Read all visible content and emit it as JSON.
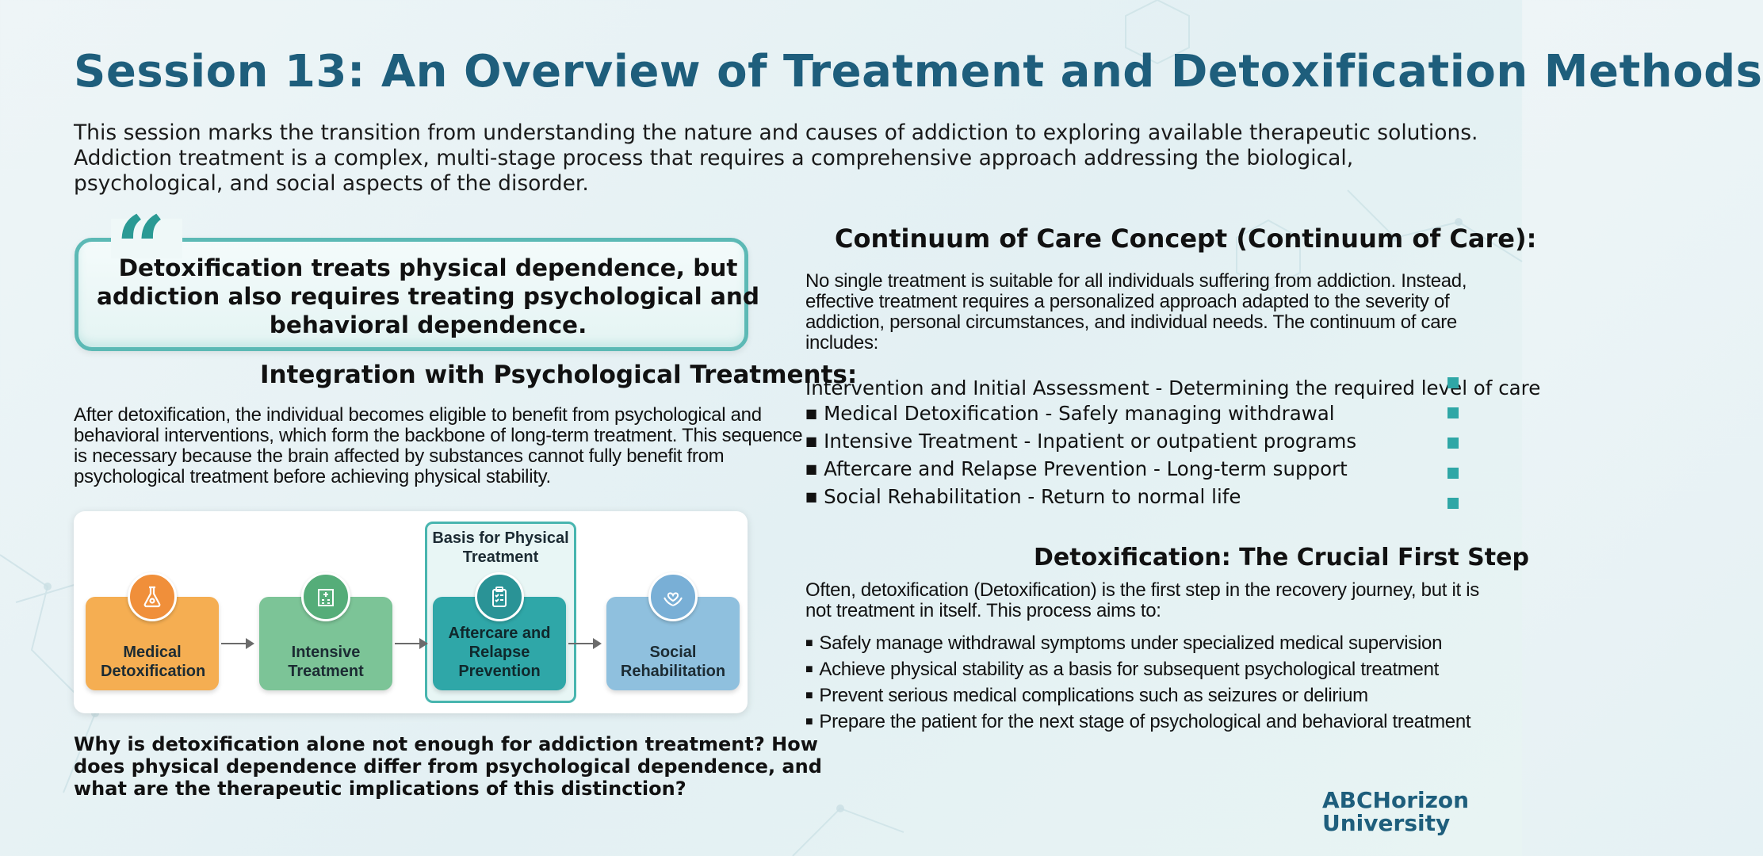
{
  "slide": {
    "title": "Session 13: An Overview of Treatment and Detoxification Methods",
    "intro": "This session marks the transition from understanding the nature and causes of addiction to exploring available therapeutic solutions. Addiction treatment is a complex, multi-stage process that requires a comprehensive approach addressing the biological, psychological, and social aspects of the disorder.",
    "quote": {
      "mark": "“",
      "text": "Detoxification treats physical dependence, but addiction also requires treating psychological and behavioral dependence."
    },
    "integration": {
      "heading": "Integration with Psychological Treatments:",
      "body": "After detoxification, the individual becomes eligible to benefit from psychological and behavioral interventions, which form the backbone of long-term treatment. This sequence is necessary because the brain affected by substances cannot fully benefit from psychological treatment before achieving physical stability."
    },
    "diagram": {
      "highlight_label": "Basis for Physical Treatment",
      "stages": [
        {
          "label": "Medical Detoxification",
          "icon": "flask-icon",
          "color": "#f5ae52",
          "icon_color": "#f08f3a"
        },
        {
          "label": "Intensive Treatment",
          "icon": "hospital-icon",
          "color": "#7cc497",
          "icon_color": "#55ad79"
        },
        {
          "label": "Aftercare and Relapse Prevention",
          "icon": "clipboard-icon",
          "color": "#2fa7a8",
          "icon_color": "#2a9396"
        },
        {
          "label": "Social Rehabilitation",
          "icon": "heart-hands-icon",
          "color": "#8fc0de",
          "icon_color": "#79afd6"
        }
      ]
    },
    "question": "Why is detoxification alone not enough for addiction treatment? How does physical dependence differ from psychological dependence, and what are the therapeutic implications of this distinction?",
    "continuum": {
      "heading": "Continuum of Care Concept (Continuum of Care):",
      "body": "No single treatment is suitable for all individuals suffering from addiction. Instead, effective treatment requires a personalized approach adapted to the severity of addiction, personal circumstances, and individual needs. The continuum of care includes:",
      "first_item": "Intervention and Initial Assessment - Determining the required level of care",
      "items": [
        "Medical Detoxification - Safely managing withdrawal",
        "Intensive Treatment - Inpatient or outpatient programs",
        "Aftercare and Relapse Prevention - Long-term support",
        "Social Rehabilitation - Return to normal life"
      ]
    },
    "detox": {
      "heading": "Detoxification: The Crucial First Step",
      "body": "Often, detoxification (Detoxification) is the first step in the recovery journey, but it is not treatment in itself. This process aims to:",
      "items": [
        "Safely manage withdrawal symptoms under specialized medical supervision",
        "Achieve physical stability as a basis for subsequent psychological treatment",
        "Prevent serious medical complications such as seizures or delirium",
        "Prepare the patient for the next stage of psychological and behavioral treatment"
      ]
    },
    "brand": {
      "line1": "ABCHorizon",
      "line2": "University"
    },
    "colors": {
      "title": "#1e5e7c",
      "accent": "#2fa7a6",
      "quote_border": "#5cb9b5"
    }
  }
}
